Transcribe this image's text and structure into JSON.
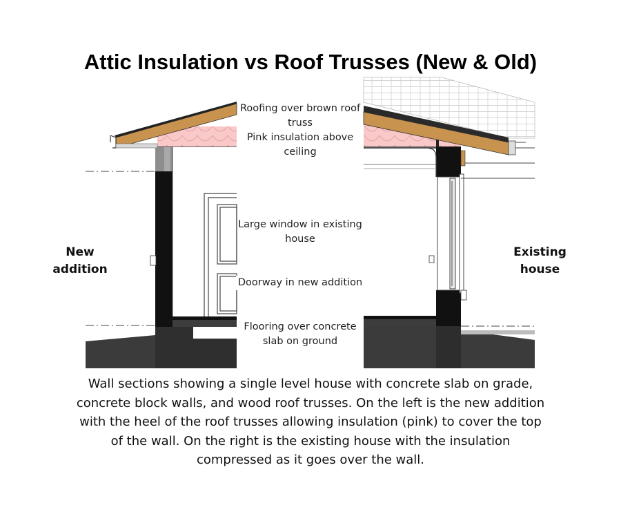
{
  "title": "Attic Insulation vs Roof Trusses (New & Old)",
  "labels": {
    "left_side": "New addition",
    "right_side": "Existing house"
  },
  "callouts": {
    "roofing": "Roofing over brown roof truss",
    "insulation": "Pink insulation above ceiling",
    "window": "Large window in existing house",
    "doorway": "Doorway in new addition",
    "flooring": "Flooring over concrete slab on ground"
  },
  "caption_lines": [
    "Wall sections showing a single level house with concrete slab on grade,",
    "concrete block walls, and wood roof trusses.  On the left is the new addition",
    "with the heel of the roof trusses allowing insulation (pink) to cover the top",
    "of the wall.  On the right is the existing house with the insulation",
    "compressed as it goes over the wall."
  ],
  "colors": {
    "roof_truss": "#c8924f",
    "insulation": "#f8c9c8",
    "wall": "#111111",
    "ground": "#3a3a3a"
  }
}
